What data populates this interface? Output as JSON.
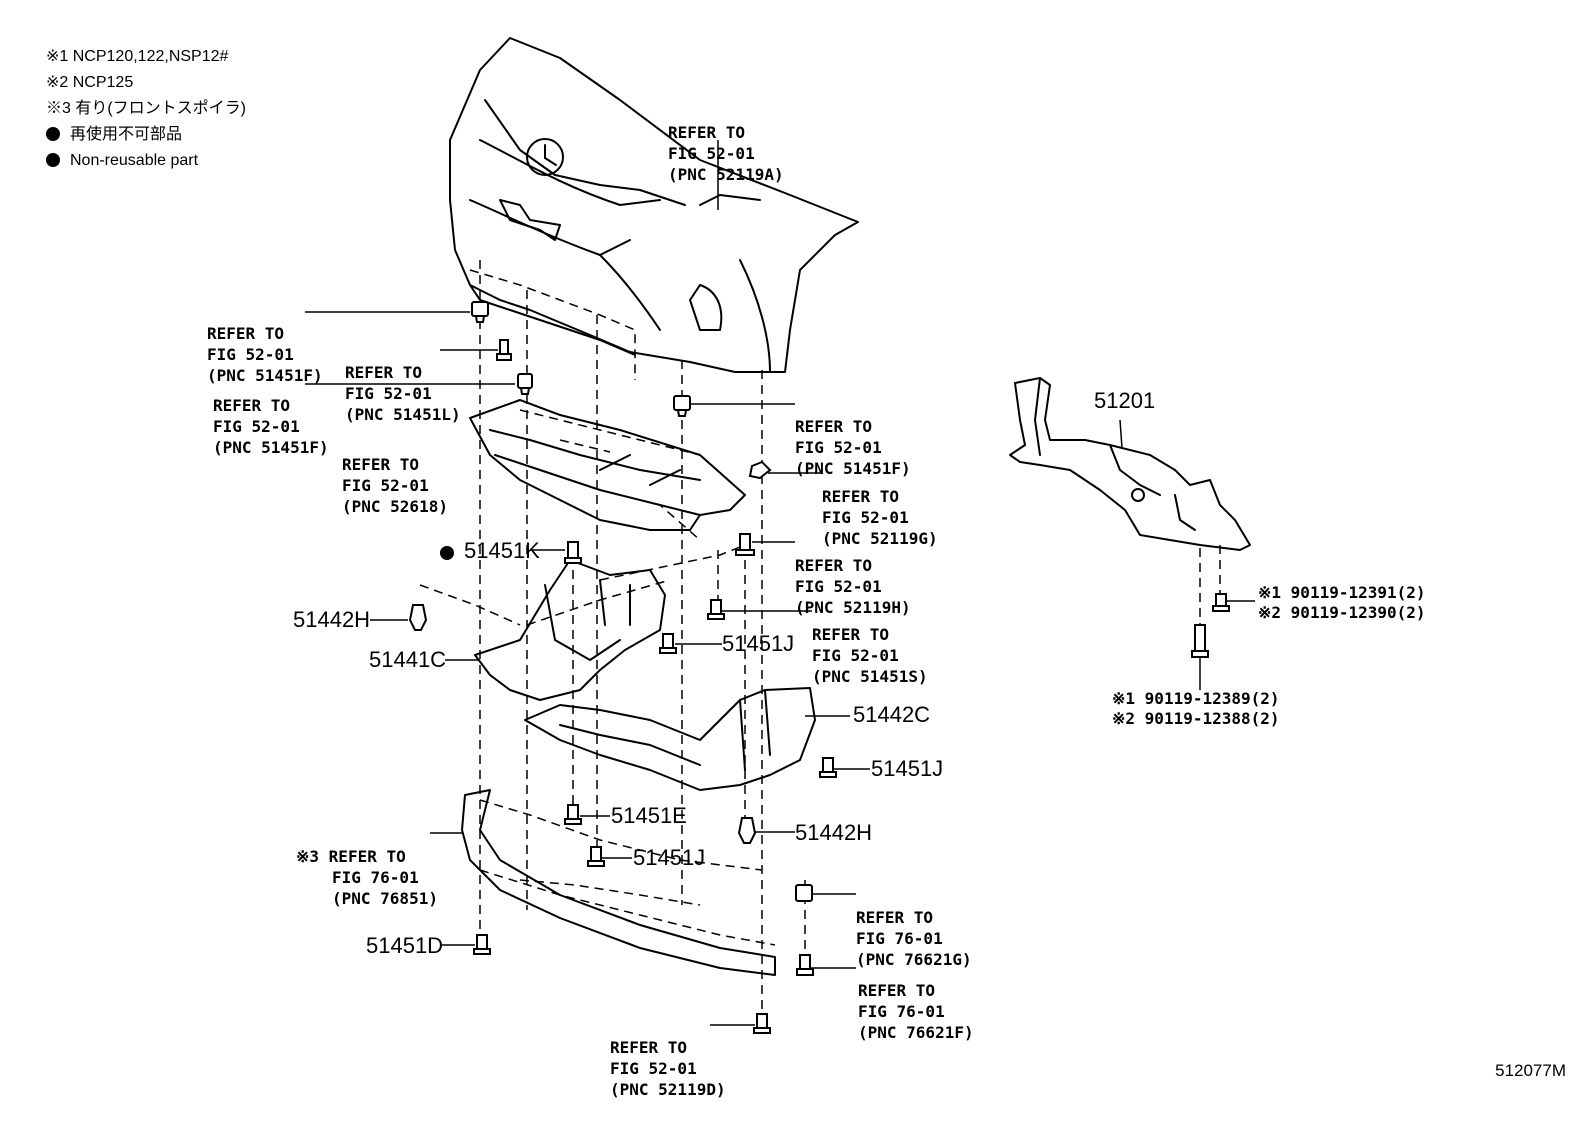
{
  "legend": {
    "note1": "※1 NCP120,122,NSP12#",
    "note2": "※2 NCP125",
    "note3": "※3 有り(フロントスポイラ)",
    "nonreusable_jp": "再使用不可部品",
    "nonreusable_en": "Non-reusable part"
  },
  "refs": {
    "r52119A": [
      "REFER TO",
      "FIG 52-01",
      "(PNC 52119A)"
    ],
    "r51451F_a": [
      "REFER TO",
      "FIG 52-01",
      "(PNC 51451F)"
    ],
    "r51451L": [
      "REFER TO",
      "FIG 52-01",
      "(PNC 51451L)"
    ],
    "r51451F_b": [
      "REFER TO",
      "FIG 52-01",
      "(PNC 51451F)"
    ],
    "r52618": [
      "REFER TO",
      "FIG 52-01",
      "(PNC 52618)"
    ],
    "r51451F_c": [
      "REFER TO",
      "FIG 52-01",
      "(PNC 51451F)"
    ],
    "r52119G": [
      "REFER TO",
      "FIG 52-01",
      "(PNC 52119G)"
    ],
    "r52119H": [
      "REFER TO",
      "FIG 52-01",
      "(PNC 52119H)"
    ],
    "r51451S": [
      "REFER TO",
      "FIG 52-01",
      "(PNC 51451S)"
    ],
    "r76851": [
      "※3 REFER TO",
      "FIG 76-01",
      "(PNC 76851)"
    ],
    "r76621G": [
      "REFER TO",
      "FIG 76-01",
      "(PNC 76621G)"
    ],
    "r76621F": [
      "REFER TO",
      "FIG 76-01",
      "(PNC 76621F)"
    ],
    "r52119D": [
      "REFER TO",
      "FIG 52-01",
      "(PNC 52119D)"
    ]
  },
  "parts": {
    "p51451K": "51451K",
    "p51442H_a": "51442H",
    "p51441C": "51441C",
    "p51451J_a": "51451J",
    "p51442C": "51442C",
    "p51451J_b": "51451J",
    "p51451E": "51451E",
    "p51442H_b": "51442H",
    "p51451J_c": "51451J",
    "p51451D": "51451D",
    "p51201": "51201"
  },
  "bolts": {
    "b1": "※1 90119-12391(2)",
    "b2": "※2 90119-12390(2)",
    "b3": "※1 90119-12389(2)",
    "b4": "※2 90119-12388(2)"
  },
  "figure_code": "512077M"
}
